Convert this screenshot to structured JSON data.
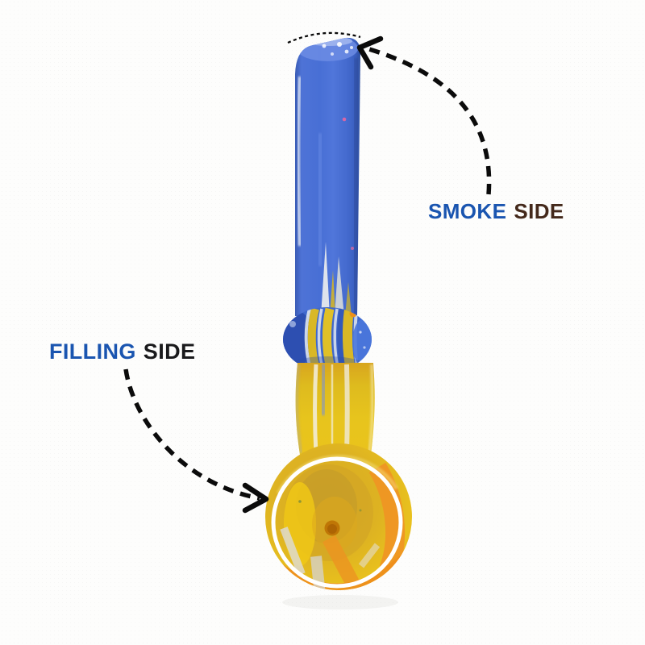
{
  "labels": {
    "smoke": {
      "word1": "SMOKE",
      "word2": "SIDE"
    },
    "filling": {
      "word1": "FILLING",
      "word2": "SIDE"
    }
  },
  "colors": {
    "background": "#fdfdfc",
    "label-blue": "#1a55b0",
    "smoke-side-brown": "#44291b",
    "filling-side-black": "#1a1a1c",
    "arrow-black": "#0b0b0b",
    "annotation-circle-white": "#ffffff",
    "pipe-stem-blue": "#4a70d4",
    "pipe-ring-blue": "#3f68cd",
    "pipe-neck-yellow": "#e6c01d",
    "pipe-bowl-yellow": "#e8bd1e",
    "pipe-bowl-orange": "#ee8f1c"
  }
}
